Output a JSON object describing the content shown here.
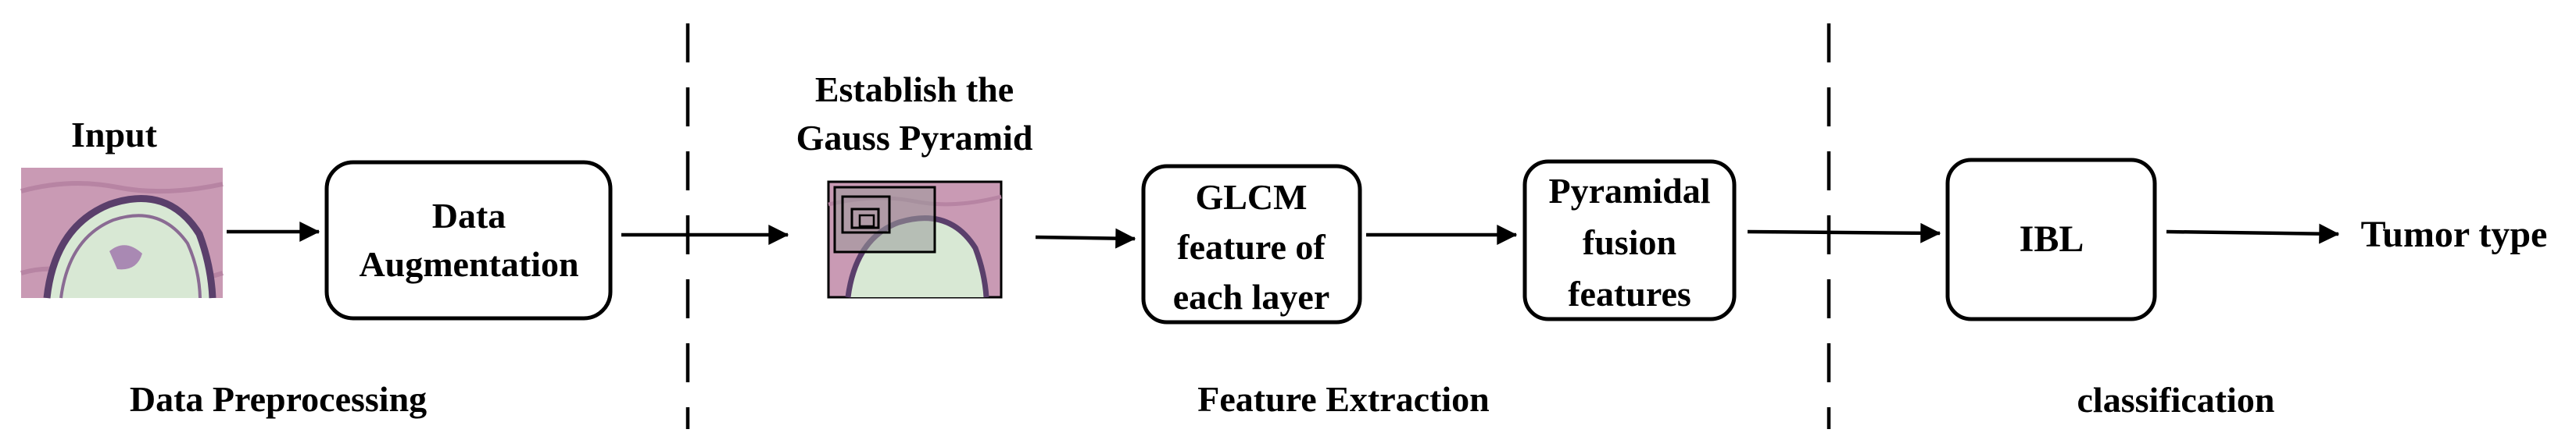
{
  "nodes": {
    "input": "Input",
    "data_augmentation": [
      "Data",
      "Augmentation"
    ],
    "gauss_pyramid": [
      "Establish the",
      "Gauss Pyramid"
    ],
    "glcm": [
      "GLCM",
      "feature of",
      "each layer"
    ],
    "pyramidal_fusion": [
      "Pyramidal",
      "fusion",
      "features"
    ],
    "ibl": "IBL",
    "output": "Tumor type"
  },
  "stages": {
    "preprocessing": "Data Preprocessing",
    "feature_extraction": "Feature Extraction",
    "classification": "classification"
  },
  "colors": {
    "tissue_pink": "#c99ab4",
    "tissue_lumen": "#d8e8d4",
    "tissue_wall": "#5a3f6b"
  }
}
